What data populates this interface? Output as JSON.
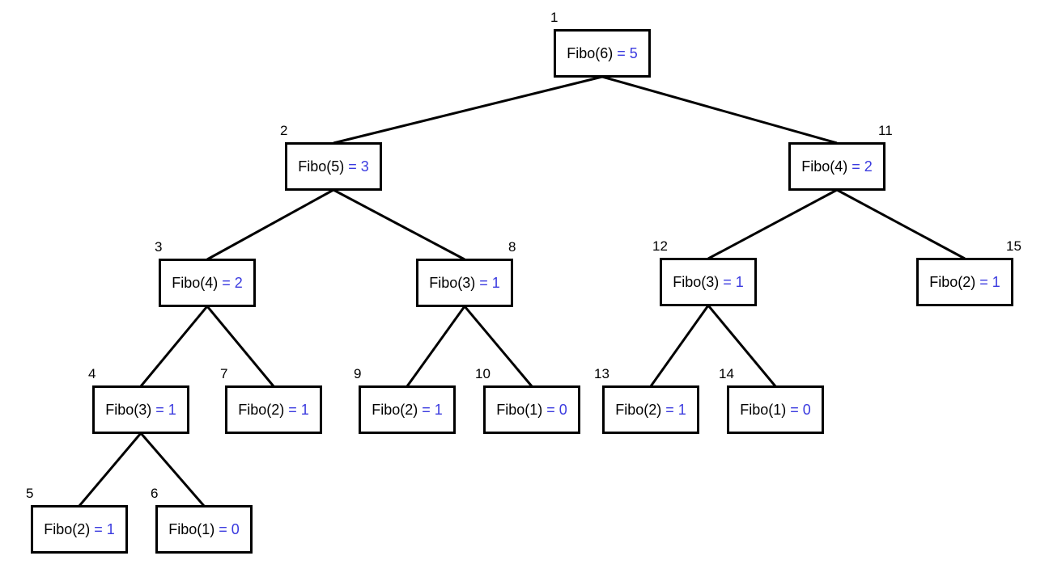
{
  "colors": {
    "line": "#000000",
    "value": "#3a3adf",
    "text": "#000000"
  },
  "tree": {
    "nodes": [
      {
        "id": 1,
        "call": "Fibo(6)",
        "eq": "= 5"
      },
      {
        "id": 2,
        "call": "Fibo(5)",
        "eq": "= 3"
      },
      {
        "id": 3,
        "call": "Fibo(4)",
        "eq": "= 2"
      },
      {
        "id": 4,
        "call": "Fibo(3)",
        "eq": "= 1"
      },
      {
        "id": 5,
        "call": "Fibo(2)",
        "eq": "= 1"
      },
      {
        "id": 6,
        "call": "Fibo(1)",
        "eq": "= 0"
      },
      {
        "id": 7,
        "call": "Fibo(2)",
        "eq": "= 1"
      },
      {
        "id": 8,
        "call": "Fibo(3)",
        "eq": "= 1"
      },
      {
        "id": 9,
        "call": "Fibo(2)",
        "eq": "= 1"
      },
      {
        "id": 10,
        "call": "Fibo(1)",
        "eq": "= 0"
      },
      {
        "id": 11,
        "call": "Fibo(4)",
        "eq": "= 2"
      },
      {
        "id": 12,
        "call": "Fibo(3)",
        "eq": "= 1"
      },
      {
        "id": 13,
        "call": "Fibo(2)",
        "eq": "= 1"
      },
      {
        "id": 14,
        "call": "Fibo(1)",
        "eq": "= 0"
      },
      {
        "id": 15,
        "call": "Fibo(2)",
        "eq": "= 1"
      }
    ],
    "edges": [
      [
        1,
        2
      ],
      [
        1,
        11
      ],
      [
        2,
        3
      ],
      [
        2,
        8
      ],
      [
        3,
        4
      ],
      [
        3,
        7
      ],
      [
        4,
        5
      ],
      [
        4,
        6
      ],
      [
        8,
        9
      ],
      [
        8,
        10
      ],
      [
        11,
        12
      ],
      [
        11,
        15
      ],
      [
        12,
        13
      ],
      [
        12,
        14
      ]
    ]
  }
}
